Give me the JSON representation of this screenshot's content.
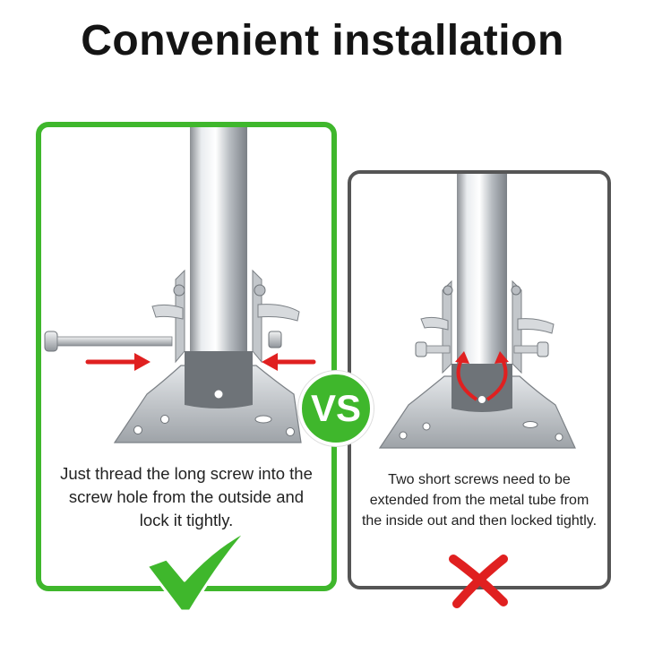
{
  "title": "Convenient installation",
  "vs_label": "VS",
  "good_panel": {
    "caption": "Just thread the long screw into the screw hole from the outside and lock it tightly.",
    "accent_color": "#3fb72c",
    "mark_icon": "checkmark-icon"
  },
  "bad_panel": {
    "caption": "Two short screws need to be extended from the metal tube from the inside out and then locked tightly.",
    "accent_color": "#555555",
    "mark_icon": "cross-icon"
  },
  "colors": {
    "arrow_red": "#e02020",
    "check_green": "#3fb72c",
    "cross_red": "#e02020"
  }
}
